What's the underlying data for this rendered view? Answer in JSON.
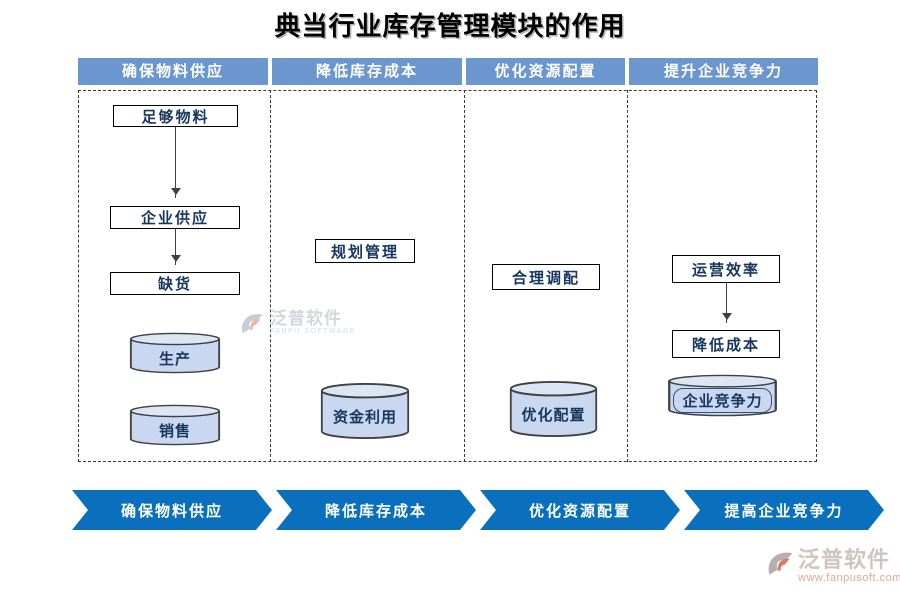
{
  "title": "典当行业库存管理模块的作用",
  "colors": {
    "header_blue": "#6B96CE",
    "chevron_blue": "#0A70BD",
    "cylinder_fill": "#C9D8F0",
    "cylinder_top": "#DCE5F4",
    "box_text_navy": "#17375E",
    "logo_orange": "#D9593C"
  },
  "headers": [
    "确保物料供应",
    "降低库存成本",
    "优化资源配置",
    "提升企业竞争力"
  ],
  "columns": [
    {
      "header": "确保物料供应",
      "boxes": [
        "足够物料",
        "企业供应",
        "缺货"
      ],
      "cylinders": [
        "生产",
        "销售"
      ]
    },
    {
      "header": "降低库存成本",
      "boxes": [
        "规划管理"
      ],
      "cylinders": [
        "资金利用"
      ]
    },
    {
      "header": "优化资源配置",
      "boxes": [
        "合理调配"
      ],
      "cylinders": [
        "优化配置"
      ]
    },
    {
      "header": "提升企业竞争力",
      "boxes": [
        "运营效率",
        "降低成本"
      ],
      "cylinders": [
        "企业竞争力"
      ]
    }
  ],
  "chevrons": [
    "确保物料供应",
    "降低库存成本",
    "优化资源配置",
    "提高企业竞争力"
  ],
  "watermark": {
    "name": "泛普软件",
    "subtitle": "FANPU SOFTWARE"
  },
  "logo": {
    "name": "泛普软件",
    "url": "www.fanpusoft.com"
  }
}
